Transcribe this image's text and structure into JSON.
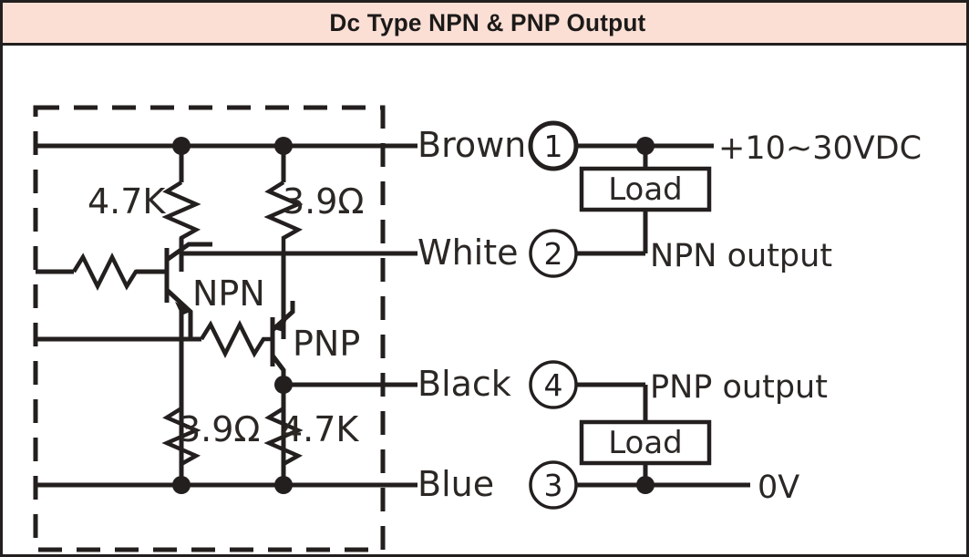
{
  "header": {
    "title": "Dc Type NPN & PNP Output",
    "bg_color": "#fbdfd5",
    "text_color": "#1c1a19"
  },
  "diagram": {
    "type": "circuit-schematic",
    "sensor_block_label": "sensor internal circuit (dashed outline)",
    "components": {
      "resistors": [
        {
          "id": "r-npn-collector",
          "value": "4.7K",
          "orientation": "vertical",
          "position": "top-left"
        },
        {
          "id": "r-pnp-upper",
          "value": "3.9Ω",
          "orientation": "vertical",
          "position": "top-right"
        },
        {
          "id": "r-npn-lower",
          "value": "3.9Ω",
          "orientation": "vertical",
          "position": "bottom-left"
        },
        {
          "id": "r-pnp-collector",
          "value": "4.7K",
          "orientation": "vertical",
          "position": "bottom-right"
        },
        {
          "id": "r-npn-base",
          "value": "",
          "orientation": "horizontal",
          "position": "npn-base"
        },
        {
          "id": "r-pnp-base",
          "value": "",
          "orientation": "horizontal",
          "position": "pnp-base"
        }
      ],
      "transistors": [
        {
          "id": "q-npn",
          "label": "NPN"
        },
        {
          "id": "q-pnp",
          "label": "PNP"
        }
      ]
    },
    "wires": [
      {
        "id": "wire-brown",
        "color_label": "Brown",
        "pin": "1",
        "rail": "+10~30VDC"
      },
      {
        "id": "wire-white",
        "color_label": "White",
        "pin": "2",
        "rail": "NPN  output"
      },
      {
        "id": "wire-black",
        "color_label": "Black",
        "pin": "4",
        "rail": "PNP  output"
      },
      {
        "id": "wire-blue",
        "color_label": "Blue",
        "pin": "3",
        "rail": "0V"
      }
    ],
    "loads": [
      {
        "id": "load-npn",
        "label": "Load"
      },
      {
        "id": "load-pnp",
        "label": "Load"
      }
    ],
    "supply_label": "+10~30VDC",
    "ground_label": "0V",
    "npn_output_label": "NPN  output",
    "pnp_output_label": "PNP  output",
    "line_color": "#231f1e"
  }
}
